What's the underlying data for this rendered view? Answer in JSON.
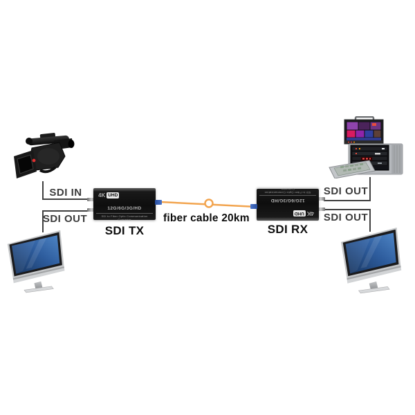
{
  "diagram": {
    "type": "sdi-fiber-extender-connection-diagram",
    "labels": {
      "sdi_in": "SDI IN",
      "sdi_out_left": "SDI OUT",
      "sdi_out_right_top": "SDI OUT",
      "sdi_out_right_bottom": "SDI OUT",
      "fiber_cable": "fiber cable 20km",
      "tx": "SDI TX",
      "rx": "SDI RX"
    },
    "converter": {
      "badge_4k": "4K",
      "badge_uhd": "UHD",
      "model": "12G/6G/3G/HD",
      "subtitle": "SDI to Fiber Optic Communication Converter"
    },
    "devices": {
      "camera": "professional-video-camera",
      "rack": "portable-production-rack-with-multiview-monitor",
      "monitor_left": "desktop-monitor",
      "monitor_right": "desktop-monitor"
    },
    "colors": {
      "background": "#FFFFFF",
      "wire": "#3F3F3F",
      "fiber_cable": "#F2A44E",
      "converter_body": "#131313",
      "screen_blue_dark": "#1D3F6E",
      "screen_blue_light": "#4A80C0",
      "label_text": "#3B3B3B"
    }
  }
}
